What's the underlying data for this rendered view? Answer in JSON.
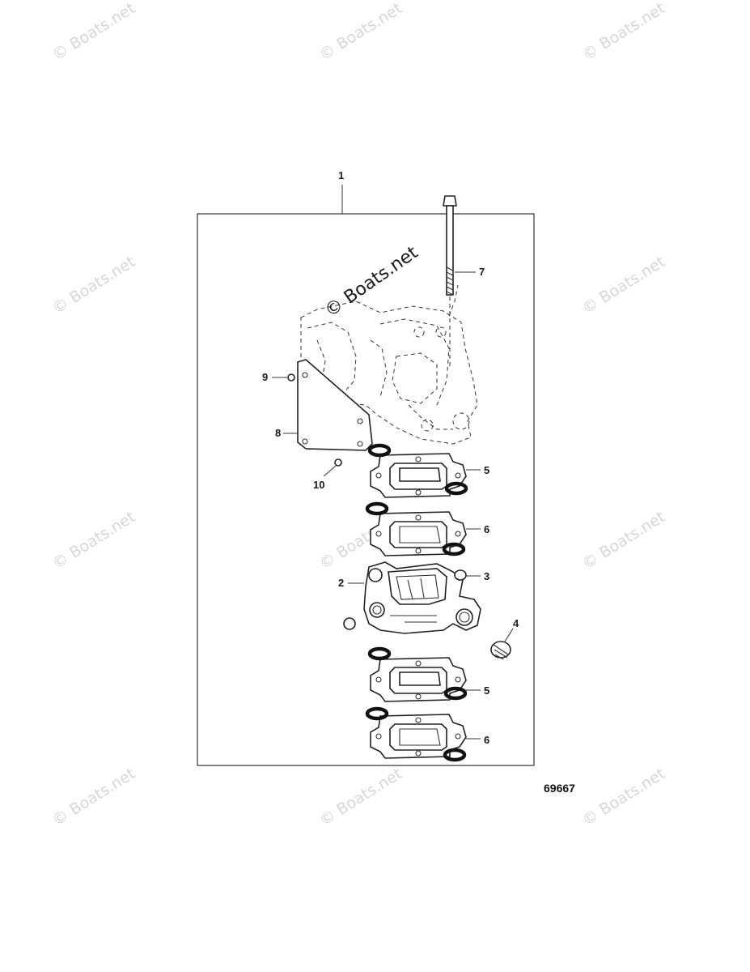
{
  "watermark": "© Boats.net",
  "figure_code": "69667",
  "callouts": {
    "c1": "1",
    "c2": "2",
    "c3": "3",
    "c4": "4",
    "c5a": "5",
    "c5b": "5",
    "c6a": "6",
    "c6b": "6",
    "c7": "7",
    "c8": "8",
    "c9": "9",
    "c10": "10"
  }
}
